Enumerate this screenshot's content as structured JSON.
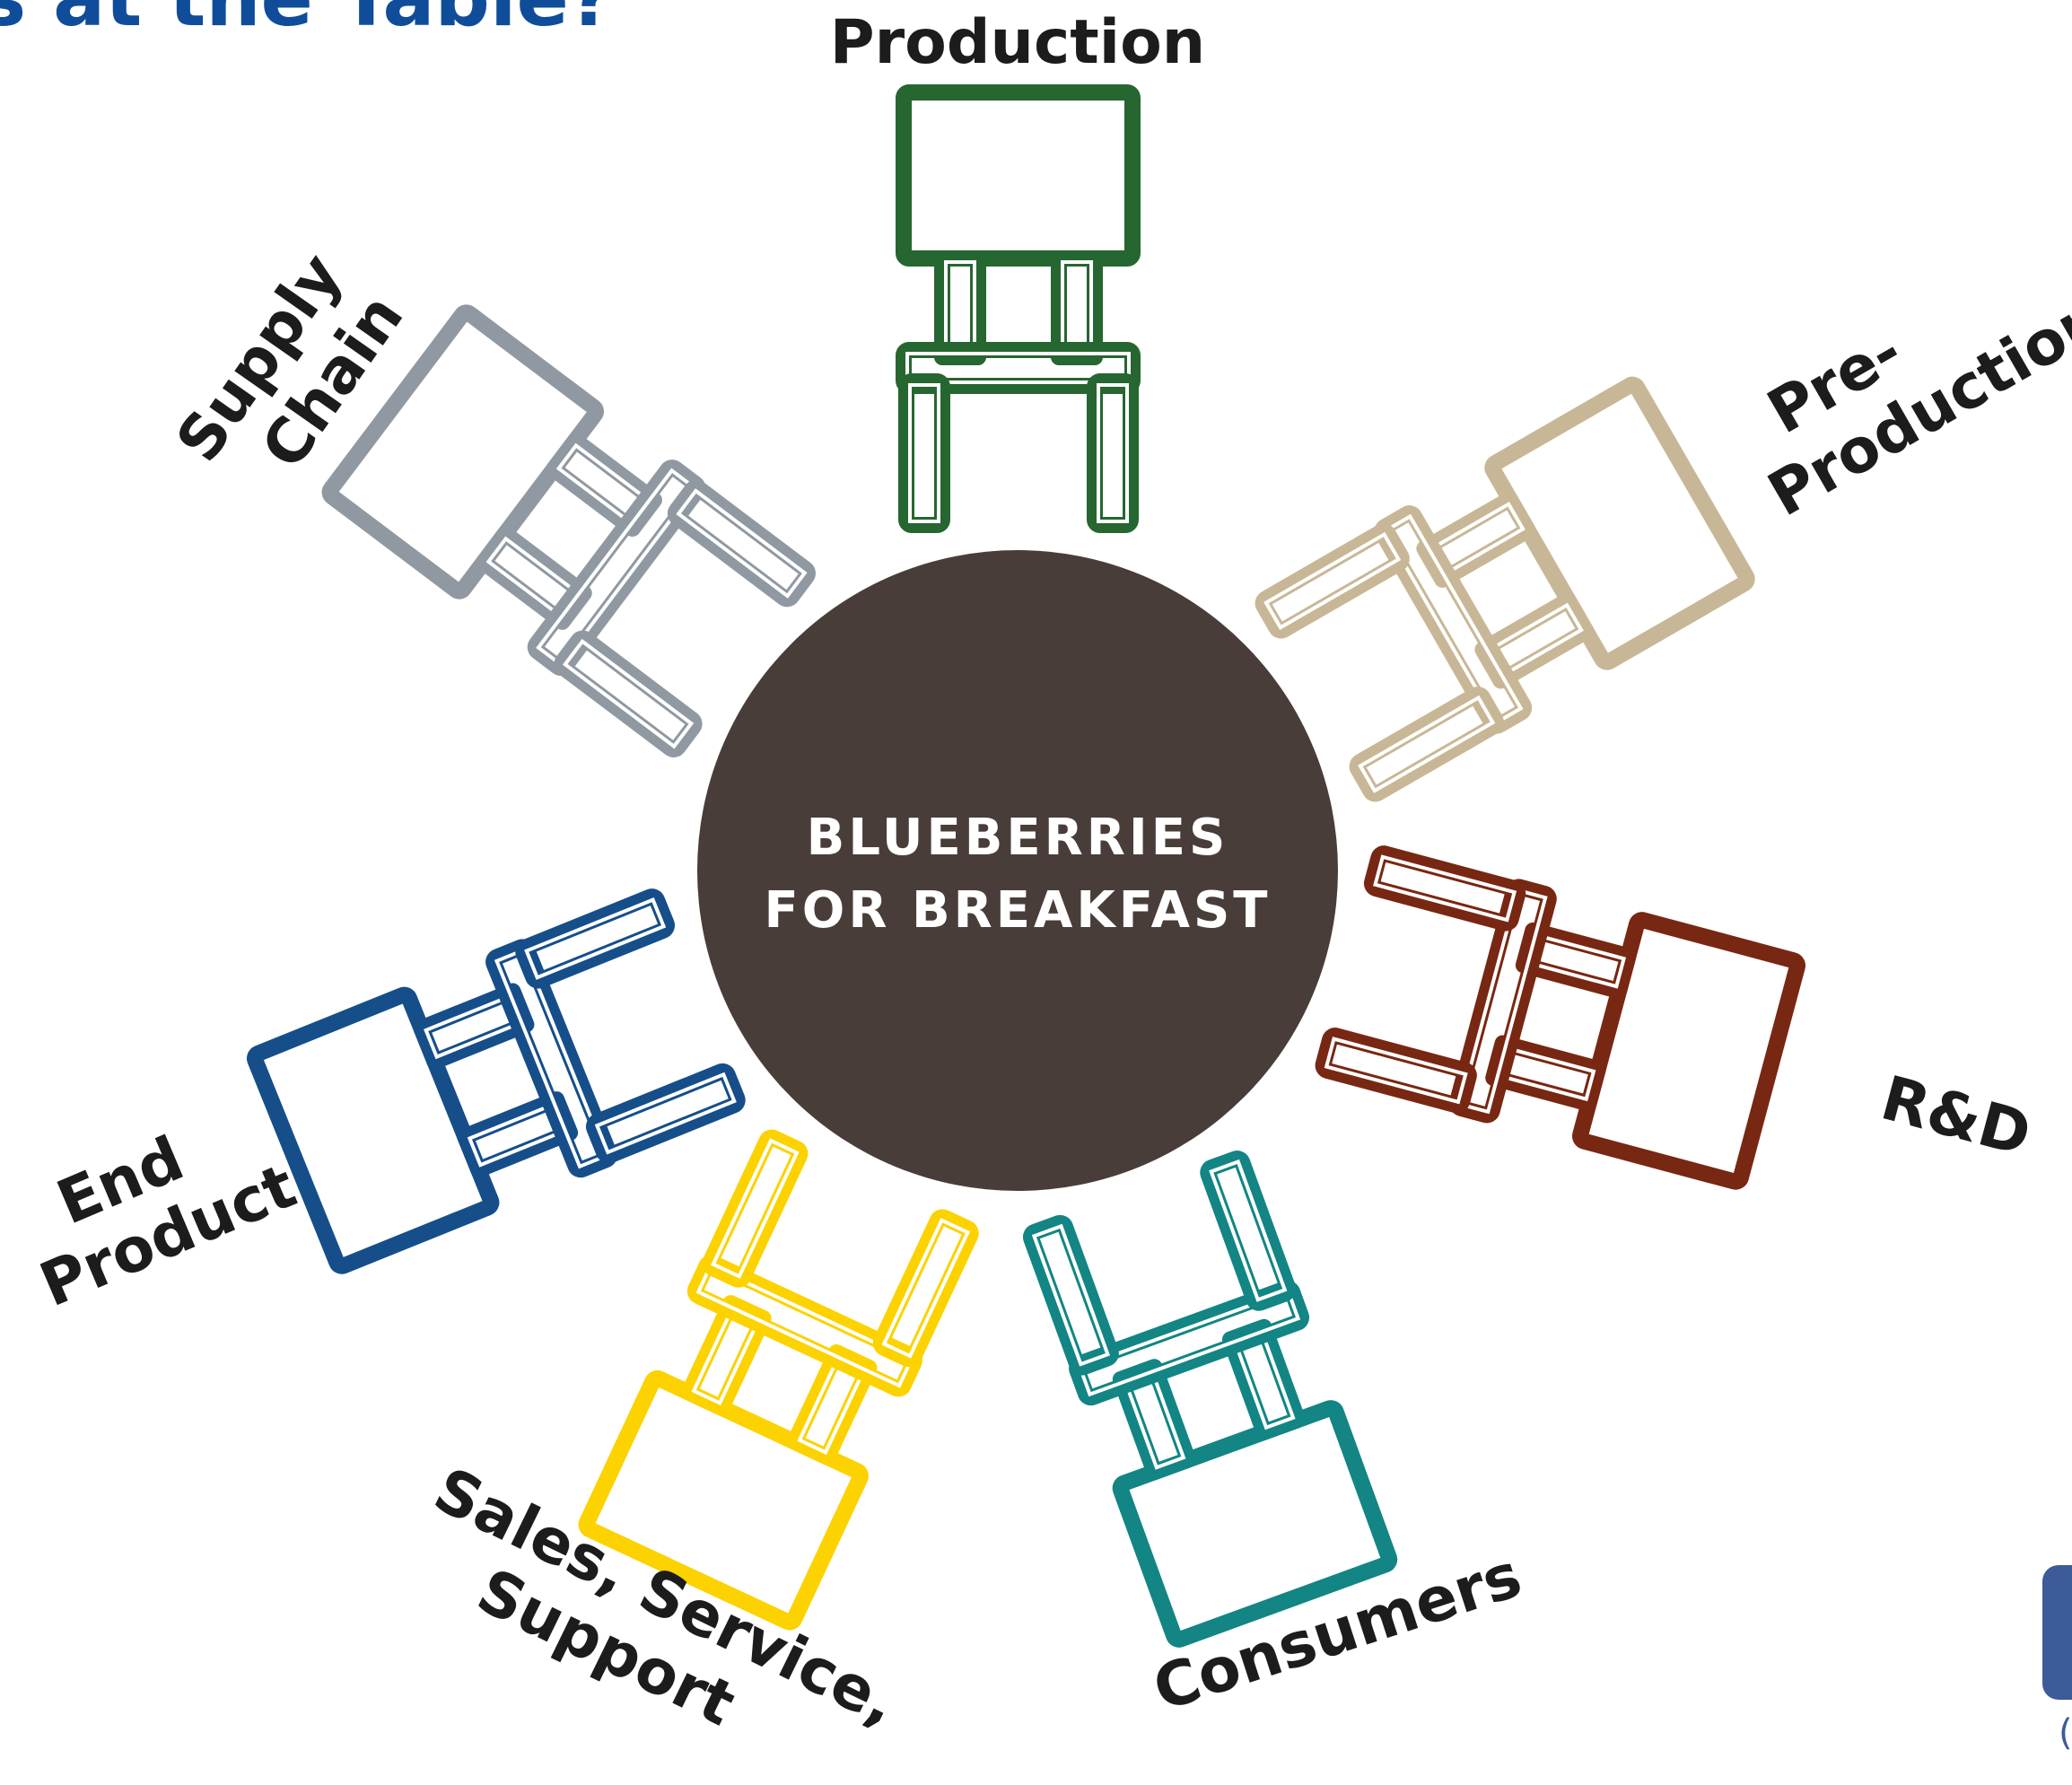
{
  "header": {
    "title_fragment": "s at the Table?"
  },
  "center": {
    "line1": "BLUEBERRIES",
    "line2": "FOR BREAKFAST",
    "color": "#483d39"
  },
  "seats": [
    {
      "id": "production",
      "color": "#266630",
      "label_lines": [
        "Production"
      ]
    },
    {
      "id": "pre-production",
      "color": "#c8b796",
      "label_lines": [
        "Pre-",
        "Production"
      ]
    },
    {
      "id": "rd",
      "color": "#782712",
      "label_lines": [
        "R&D"
      ]
    },
    {
      "id": "consumers",
      "color": "#128584",
      "label_lines": [
        "Consumers"
      ]
    },
    {
      "id": "sales-service-support",
      "color": "#fcd200",
      "label_lines": [
        "Sales, Service,",
        "Support"
      ]
    },
    {
      "id": "end-product",
      "color": "#164e8a",
      "label_lines": [
        "End",
        "Product"
      ]
    },
    {
      "id": "supply-chain",
      "color": "#9099a1",
      "label_lines": [
        "Supply",
        "Chain"
      ]
    }
  ],
  "corner": {
    "badge_color": "#3d5a99",
    "fragment": "("
  }
}
